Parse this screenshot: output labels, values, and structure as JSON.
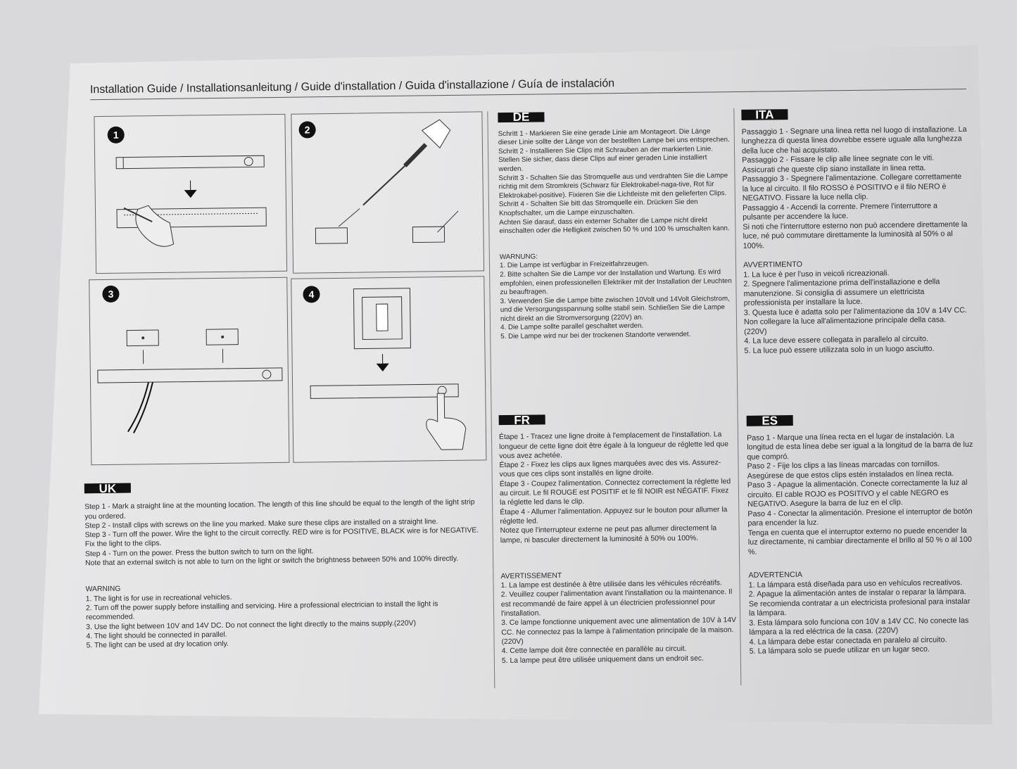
{
  "title": "Installation Guide / Installationsanleitung / Guide d'installation / Guida d'installazione / Guía de instalación",
  "steps": [
    "1",
    "2",
    "3",
    "4"
  ],
  "uk": {
    "label": "UK",
    "lines": [
      "Step 1 - Mark a straight line at the mounting location. The length of this line should be equal to the length of the light strip you ordered.",
      "Step 2 -  Install clips with screws on the line you marked. Make sure these clips are installed on a straight line.",
      "Step 3 -  Turn off the power. Wire the light to the circuit correctly. RED wire is for POSITIVE, BLACK wire is for NEGATIVE. Fix the light to the clips.",
      "Step 4 -  Turn on the power. Press the button switch to turn on the light.",
      "Note that an external switch is not able to turn on the light or switch the brightness between 50% and 100% directly."
    ],
    "warning_title": "WARNING",
    "warnings": [
      "1. The light is for use in recreational vehicles.",
      "2. Turn off the power supply before installing and servicing. Hire a professional electrician to install the light is recommended.",
      "3. Use the light between 10V and 14V DC. Do not connect the light directly to the mains supply.(220V)",
      "4. The light should be connected in parallel.",
      "5. The light can be used at dry location only."
    ]
  },
  "de": {
    "label": "DE",
    "lines": [
      "Schritt 1 -  Markieren Sie eine gerade Linie am Montageort. Die Länge dieser Linie sollte der Länge von der bestellten Lampe bei uns entsprechen.",
      "Schritt 2 -  Installieren Sie Clips mit Schrauben an der markierten Linie. Stellen Sie sicher, dass diese Clips auf einer geraden Linie installiert werden.",
      "Schritt 3 -  Schalten Sie das Stromquelle aus und verdrahten Sie die Lampe richtig mit dem Stromkreis (Schwarz für Elektrokabel-naga-tive, Rot für Elektrokabel-positive). Fixieren Sie die Lichtleiste mit den gelieferten Clips.",
      "Schritt 4 -  Schalten Sie bitt das Stromquelle ein. Drücken Sie den Knopfschalter, um die Lampe einzuschalten.",
      "Achten Sie darauf, dass ein externer Schalter die Lampe nicht direkt einschalten oder die Helligkeit zwischen 50 % und 100 % umschalten kann."
    ],
    "warning_title": "WARNUNG:",
    "warnings": [
      "1. Die Lampe ist verfügbar in Freizeitfahrzeugen.",
      "2. Bitte schalten Sie die Lampe vor der Installation und Wartung. Es wird empfohlen, einen professionellen Elektriker mit der Installation der Leuchten zu beauftragen.",
      "3. Verwenden Sie die Lampe bitte zwischen 10Volt und 14Volt Gleichstrom, und die Versorgungsspannung sollte stabil sein. Schließen Sie die Lampe nicht direkt an die Stromversorgung (220V) an.",
      "4. Die Lampe sollte parallel geschaltet werden.",
      "5. Die Lampe wird nur bei der trockenen Standorte verwendet."
    ]
  },
  "fr": {
    "label": "FR",
    "lines": [
      "Étape 1 - Tracez une ligne droite à l'emplacement de l'installation. La longueur de cette ligne doit être égale à la longueur de réglette led que vous avez achetée.",
      "Étape 2 - Fixez les clips aux lignes marquées avec des vis. Assurez-vous que ces clips sont installés en ligne droite.",
      "Étape 3 - Coupez l'alimentation. Connectez correctement la réglette led au circuit. Le fil ROUGE est POSITIF et le fil NOIR est NÉGATIF. Fixez la réglette led dans le clip.",
      "Étape 4 - Allumer l'alimentation. Appuyez sur le bouton pour allumer la réglette led.",
      "Notez que l'interrupteur externe ne peut pas allumer directement la lampe, ni basculer directement la luminosité à 50% ou 100%."
    ],
    "warning_title": "AVERTISSEMENT",
    "warnings": [
      "1. La lampe est destinée à être utilisée dans les véhicules récréatifs.",
      "2. Veuillez couper l'alimentation avant l'installation ou la maintenance. Il est recommandé de faire appel à un électricien professionnel pour l'installation.",
      "3. Ce lampe fonctionne uniquement avec une alimentation de 10V à 14V CC. Ne connectez pas la lampe à l'alimentation principale de la maison. (220V)",
      "4. Cette lampe doit être connectée en parallèle au circuit.",
      "5. La lampe peut être utilisée uniquement dans un endroit sec."
    ]
  },
  "ita": {
    "label": "ITA",
    "lines": [
      "Passaggio 1 - Segnare una linea retta nel luogo di installazione. La lunghezza di questa linea dovrebbe essere uguale alla lunghezza della luce che hai acquistato.",
      "Passaggio 2 - Fissare le clip alle linee segnate con le viti. Assicurati che queste clip siano installate in linea retta.",
      "Passaggio 3 - Spegnere l'alimentazione. Collegare correttamente la luce al circuito. Il filo ROSSO è POSITIVO e il filo NERO è NEGATIVO. Fissare la luce nella clip.",
      "Passaggio 4 - Accendi la corrente. Premere l'interruttore a pulsante per accendere la luce.",
      "Si noti che l'interruttore esterno non può accendere direttamente la luce, né può commutare direttamente la luminosità al 50% o al 100%."
    ],
    "warning_title": "AVVERTIMENTO",
    "warnings": [
      "1. La luce è per l'uso in veicoli ricreazionali.",
      "2. Spegnere l'alimentazione prima dell'installazione e della manutenzione. Si consiglia di assumere un elettricista professionista per installare la luce.",
      "3. Questa luce è adatta solo per l'alimentazione da 10V a 14V CC. Non collegare la luce all'alimentazione principale della casa. (220V)",
      "4. La luce deve essere collegata in parallelo al circuito.",
      "5. La luce può essere utilizzata solo in un luogo asciutto."
    ]
  },
  "es": {
    "label": "ES",
    "lines": [
      "Paso 1 - Marque una línea recta en el lugar de instalación. La longitud de esta línea debe ser igual a la longitud de la barra de luz que compró.",
      "Paso 2 - Fije los clips a las líneas marcadas con tornillos. Asegúrese de que estos clips estén instalados en línea recta.",
      "Paso 3 - Apague la alimentación. Conecte correctamente la luz al circuito. El cable ROJO es POSITIVO y el cable NEGRO es NEGATIVO. Asegure la barra de luz en el clip.",
      "Paso 4 - Conectar la alimentación. Presione el interruptor de botón para encender la luz.",
      "Tenga en cuenta que el interruptor externo no puede encender la luz directamente, ni cambiar directamente el brillo al 50 % o al 100 %."
    ],
    "warning_title": "ADVERTENCIA",
    "warnings": [
      "1. La lámpara está diseñada para uso en vehículos recreativos.",
      "2. Apague la alimentación antes de instalar o reparar la lámpara. Se recomienda contratar a un electricista profesional para instalar la lámpara.",
      "3. Esta lámpara solo funciona con 10V a 14V CC. No conecte las lámpara a la red eléctrica de la casa. (220V)",
      "4. La lámpara debe estar conectada en paralelo al circuito.",
      "5. La lámpara solo se puede utilizar en un lugar seco."
    ]
  }
}
